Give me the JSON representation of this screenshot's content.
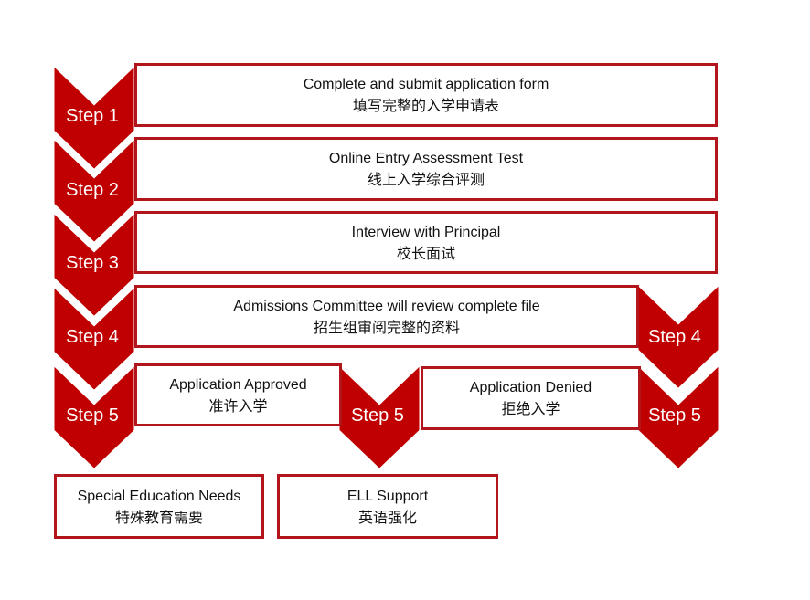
{
  "colors": {
    "chevron": "#c00000",
    "border": "#b2161c"
  },
  "steps": {
    "step1": "Step 1",
    "step2": "Step 2",
    "step3": "Step 3",
    "step4": "Step 4",
    "step5": "Step 5"
  },
  "boxes": {
    "submit": {
      "en": "Complete and submit application form",
      "cn": "填写完整的入学申请表"
    },
    "test": {
      "en": "Online Entry Assessment Test",
      "cn": "线上入学综合评测"
    },
    "interview": {
      "en": "Interview with Principal",
      "cn": "校长面试"
    },
    "review": {
      "en": "Admissions Committee will review complete file",
      "cn": "招生组审阅完整的资料"
    },
    "approved": {
      "en": "Application Approved",
      "cn": "准许入学"
    },
    "denied": {
      "en": "Application Denied",
      "cn": "拒绝入学"
    },
    "sped": {
      "en": "Special Education Needs",
      "cn": "特殊教育需要"
    },
    "ell": {
      "en": "ELL Support",
      "cn": "英语强化"
    }
  }
}
